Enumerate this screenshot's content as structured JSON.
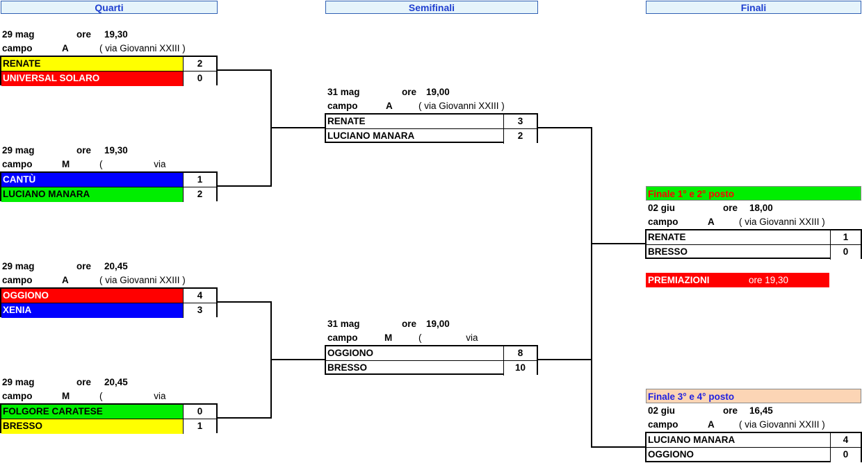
{
  "headers": {
    "quarti": "Quarti",
    "semifinali": "Semifinali",
    "finali": "Finali"
  },
  "labels": {
    "ore": "ore",
    "campo": "campo"
  },
  "quarters": [
    {
      "date": "29 mag",
      "time": "19,30",
      "campo": "A",
      "venue": "( via Giovanni XXIII )",
      "teams": [
        {
          "name": "RENATE",
          "score": "2",
          "color": "#ffff00",
          "text_color": "#000000"
        },
        {
          "name": "UNIVERSAL SOLARO",
          "score": "0",
          "color": "#ff0000",
          "text_color": "#ffffff"
        }
      ]
    },
    {
      "date": "29 mag",
      "time": "19,30",
      "campo": "M",
      "venue": "( via Milano )",
      "teams": [
        {
          "name": "CANTÙ",
          "score": "1",
          "color": "#0000ff",
          "text_color": "#ffffff"
        },
        {
          "name": "LUCIANO MANARA",
          "score": "2",
          "color": "#00ee00",
          "text_color": "#000000"
        }
      ]
    },
    {
      "date": "29 mag",
      "time": "20,45",
      "campo": "A",
      "venue": "( via Giovanni XXIII )",
      "teams": [
        {
          "name": "OGGIONO",
          "score": "4",
          "color": "#ff0000",
          "text_color": "#ffffff"
        },
        {
          "name": "XENIA",
          "score": "3",
          "color": "#0000ff",
          "text_color": "#ffffff"
        }
      ]
    },
    {
      "date": "29 mag",
      "time": "20,45",
      "campo": "M",
      "venue": "( via Milano )",
      "teams": [
        {
          "name": "FOLGORE CARATESE",
          "score": "0",
          "color": "#00ee00",
          "text_color": "#000000"
        },
        {
          "name": "BRESSO",
          "score": "1",
          "color": "#ffff00",
          "text_color": "#000000"
        }
      ]
    }
  ],
  "semis": [
    {
      "date": "31 mag",
      "time": "19,00",
      "campo": "A",
      "venue": "( via Giovanni XXIII )",
      "teams": [
        {
          "name": "RENATE",
          "score": "3"
        },
        {
          "name": "LUCIANO MANARA",
          "score": "2"
        }
      ]
    },
    {
      "date": "31 mag",
      "time": "19,00",
      "campo": "M",
      "venue": "( via Milano )",
      "teams": [
        {
          "name": "OGGIONO",
          "score": "8"
        },
        {
          "name": "BRESSO",
          "score": "10"
        }
      ]
    }
  ],
  "finals": [
    {
      "title": "Finale 1° e 2° posto",
      "title_color": "#ff0000",
      "title_bg": "#00ee00",
      "date": "02 giu",
      "time": "18,00",
      "campo": "A",
      "venue": "( via Giovanni XXIII )",
      "teams": [
        {
          "name": "RENATE",
          "score": "1"
        },
        {
          "name": "BRESSO",
          "score": "0"
        }
      ]
    },
    {
      "title": "Finale 3° e 4° posto",
      "title_color": "#2020e0",
      "title_bg": "#fcd5b5",
      "date": "02 giu",
      "time": "16,45",
      "campo": "A",
      "venue": "( via Giovanni XXIII )",
      "teams": [
        {
          "name": "LUCIANO MANARA",
          "score": "4"
        },
        {
          "name": "OGGIONO",
          "score": "0"
        }
      ]
    }
  ],
  "premiazioni": {
    "label": "PREMIAZIONI",
    "time": "ore 19,30",
    "color": "#ff0000"
  }
}
